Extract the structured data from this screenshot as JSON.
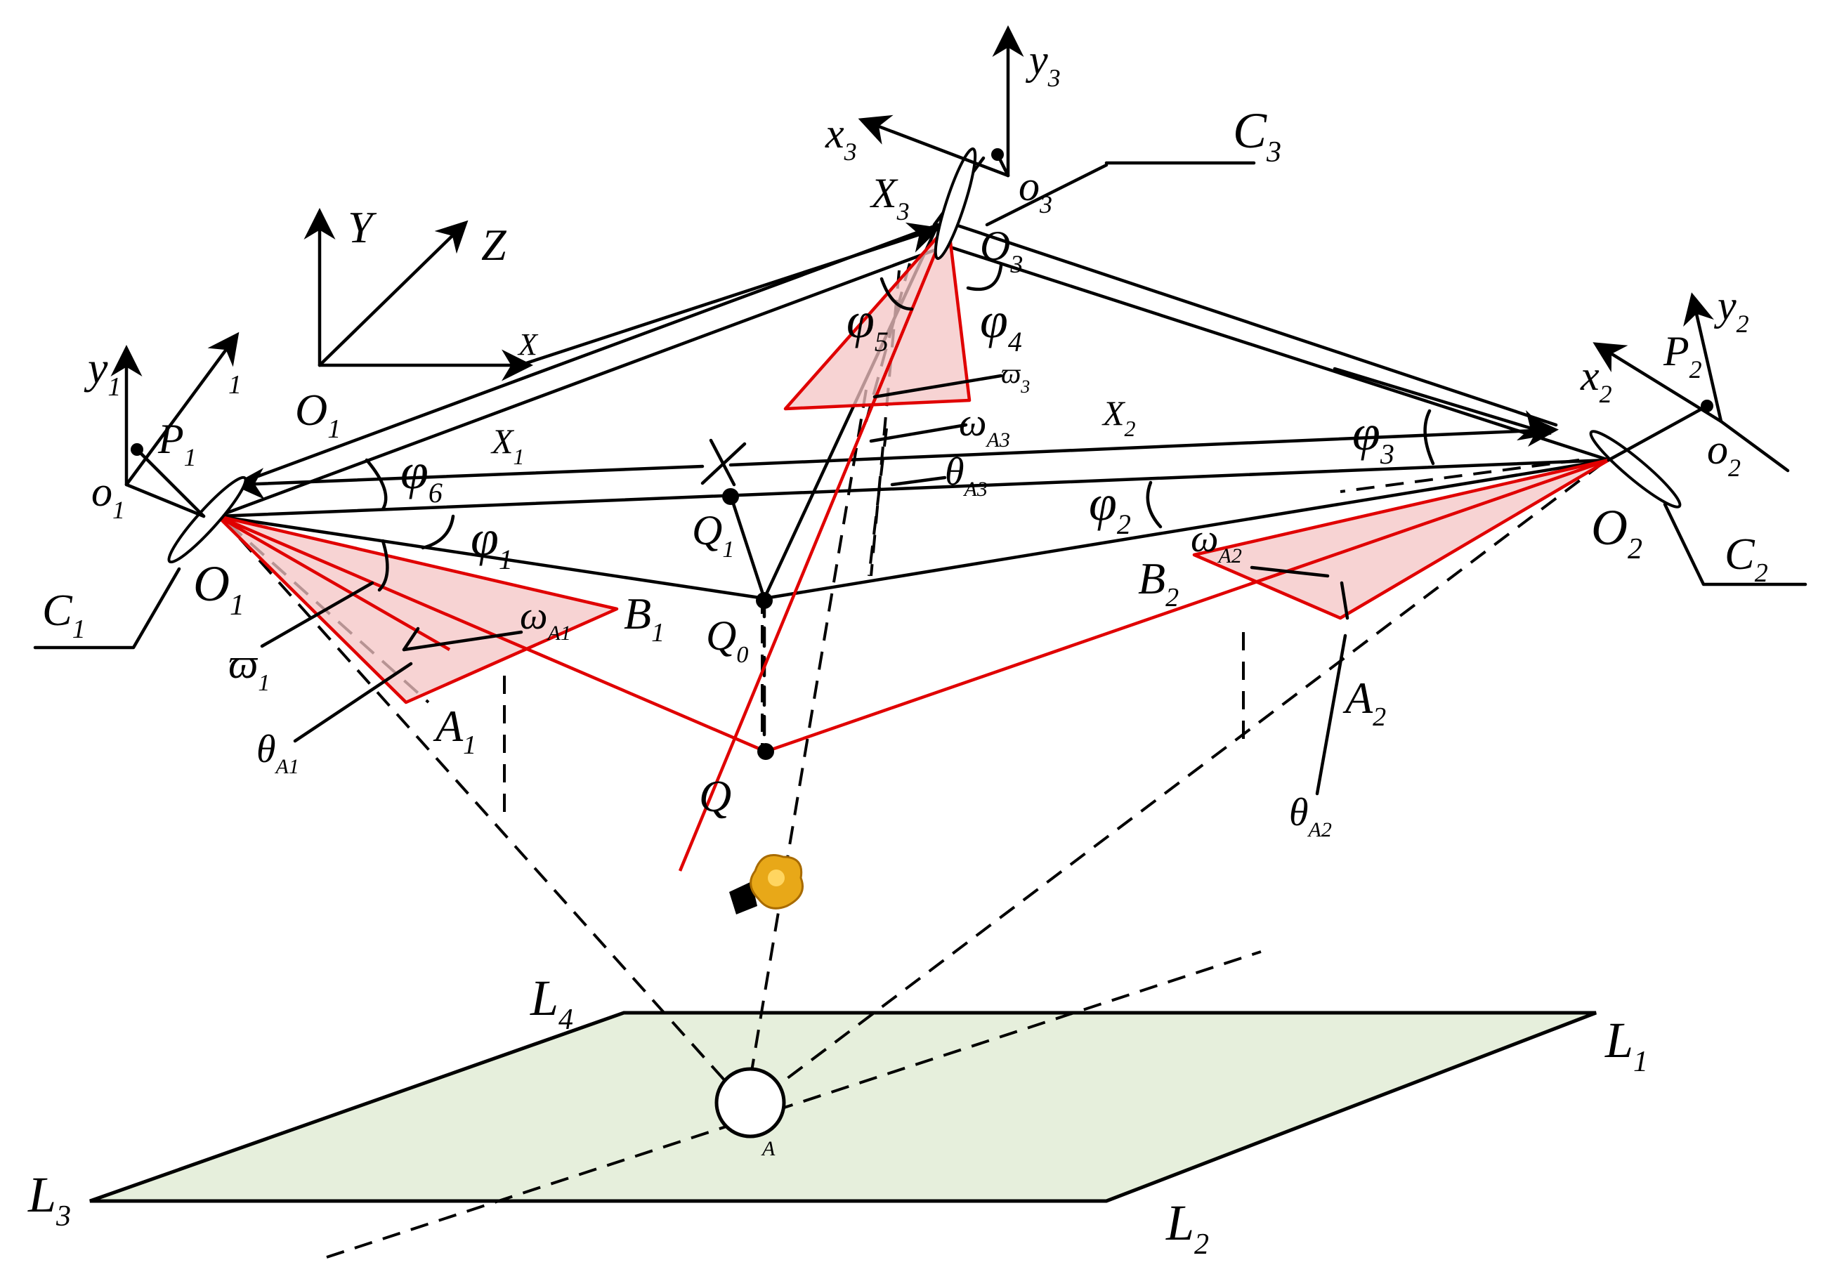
{
  "diagram": {
    "plane_color": "#e6efdc",
    "triangle_fill": "#f4c4c4",
    "ray_color": "#e00000",
    "labels": {
      "Y": {
        "m": "Y",
        "s": ""
      },
      "Z": {
        "m": "Z",
        "s": ""
      },
      "X": {
        "m": "X",
        "s": ""
      },
      "O1_axis": {
        "m": "O",
        "s": "1"
      },
      "y1": {
        "m": "y",
        "s": "1"
      },
      "z1": {
        "m": "",
        "s": "1"
      },
      "P1": {
        "m": "P",
        "s": "1"
      },
      "o1": {
        "m": "o",
        "s": "1"
      },
      "C1": {
        "m": "C",
        "s": "1"
      },
      "O1": {
        "m": "O",
        "s": "1"
      },
      "y3": {
        "m": "y",
        "s": "3"
      },
      "x3": {
        "m": "x",
        "s": "3"
      },
      "X3": {
        "m": "X",
        "s": "3"
      },
      "o3": {
        "m": "o",
        "s": "3"
      },
      "O3": {
        "m": "O",
        "s": "3"
      },
      "C3": {
        "m": "C",
        "s": "3"
      },
      "y2": {
        "m": "y",
        "s": "2"
      },
      "x2": {
        "m": "x",
        "s": "2"
      },
      "P2": {
        "m": "P",
        "s": "2"
      },
      "o2": {
        "m": "o",
        "s": "2"
      },
      "O2": {
        "m": "O",
        "s": "2"
      },
      "C2": {
        "m": "C",
        "s": "2"
      },
      "X1": {
        "m": "X",
        "s": "1"
      },
      "X2": {
        "m": "X",
        "s": "2"
      },
      "phi1": {
        "m": "φ",
        "s": "1"
      },
      "phi2": {
        "m": "φ",
        "s": "2"
      },
      "phi3": {
        "m": "φ",
        "s": "3"
      },
      "phi4": {
        "m": "φ",
        "s": "4"
      },
      "phi5": {
        "m": "φ",
        "s": "5"
      },
      "phi6": {
        "m": "φ",
        "s": "6"
      },
      "varpi1": {
        "m": "ϖ",
        "s": "1"
      },
      "varpi3": {
        "m": "ϖ",
        "s": "3"
      },
      "omegaA1": {
        "m": "ω",
        "s": "A1"
      },
      "omegaA2": {
        "m": "ω",
        "s": "A2"
      },
      "omegaA3": {
        "m": "ω",
        "s": "A3"
      },
      "thetaA1": {
        "m": "θ",
        "s": "A1"
      },
      "thetaA2": {
        "m": "θ",
        "s": "A2"
      },
      "thetaA3": {
        "m": "θ",
        "s": "A3"
      },
      "Q": {
        "m": "Q",
        "s": ""
      },
      "Q0": {
        "m": "Q",
        "s": "0"
      },
      "Q1": {
        "m": "Q",
        "s": "1"
      },
      "A1": {
        "m": "A",
        "s": "1"
      },
      "A2": {
        "m": "A",
        "s": "2"
      },
      "B1": {
        "m": "B",
        "s": "1"
      },
      "B2": {
        "m": "B",
        "s": "2"
      },
      "L1": {
        "m": "L",
        "s": "1"
      },
      "L2": {
        "m": "L",
        "s": "2"
      },
      "L3": {
        "m": "L",
        "s": "3"
      },
      "L4": {
        "m": "L",
        "s": "4"
      },
      "A_plane": {
        "m": "",
        "s": "A"
      }
    }
  }
}
